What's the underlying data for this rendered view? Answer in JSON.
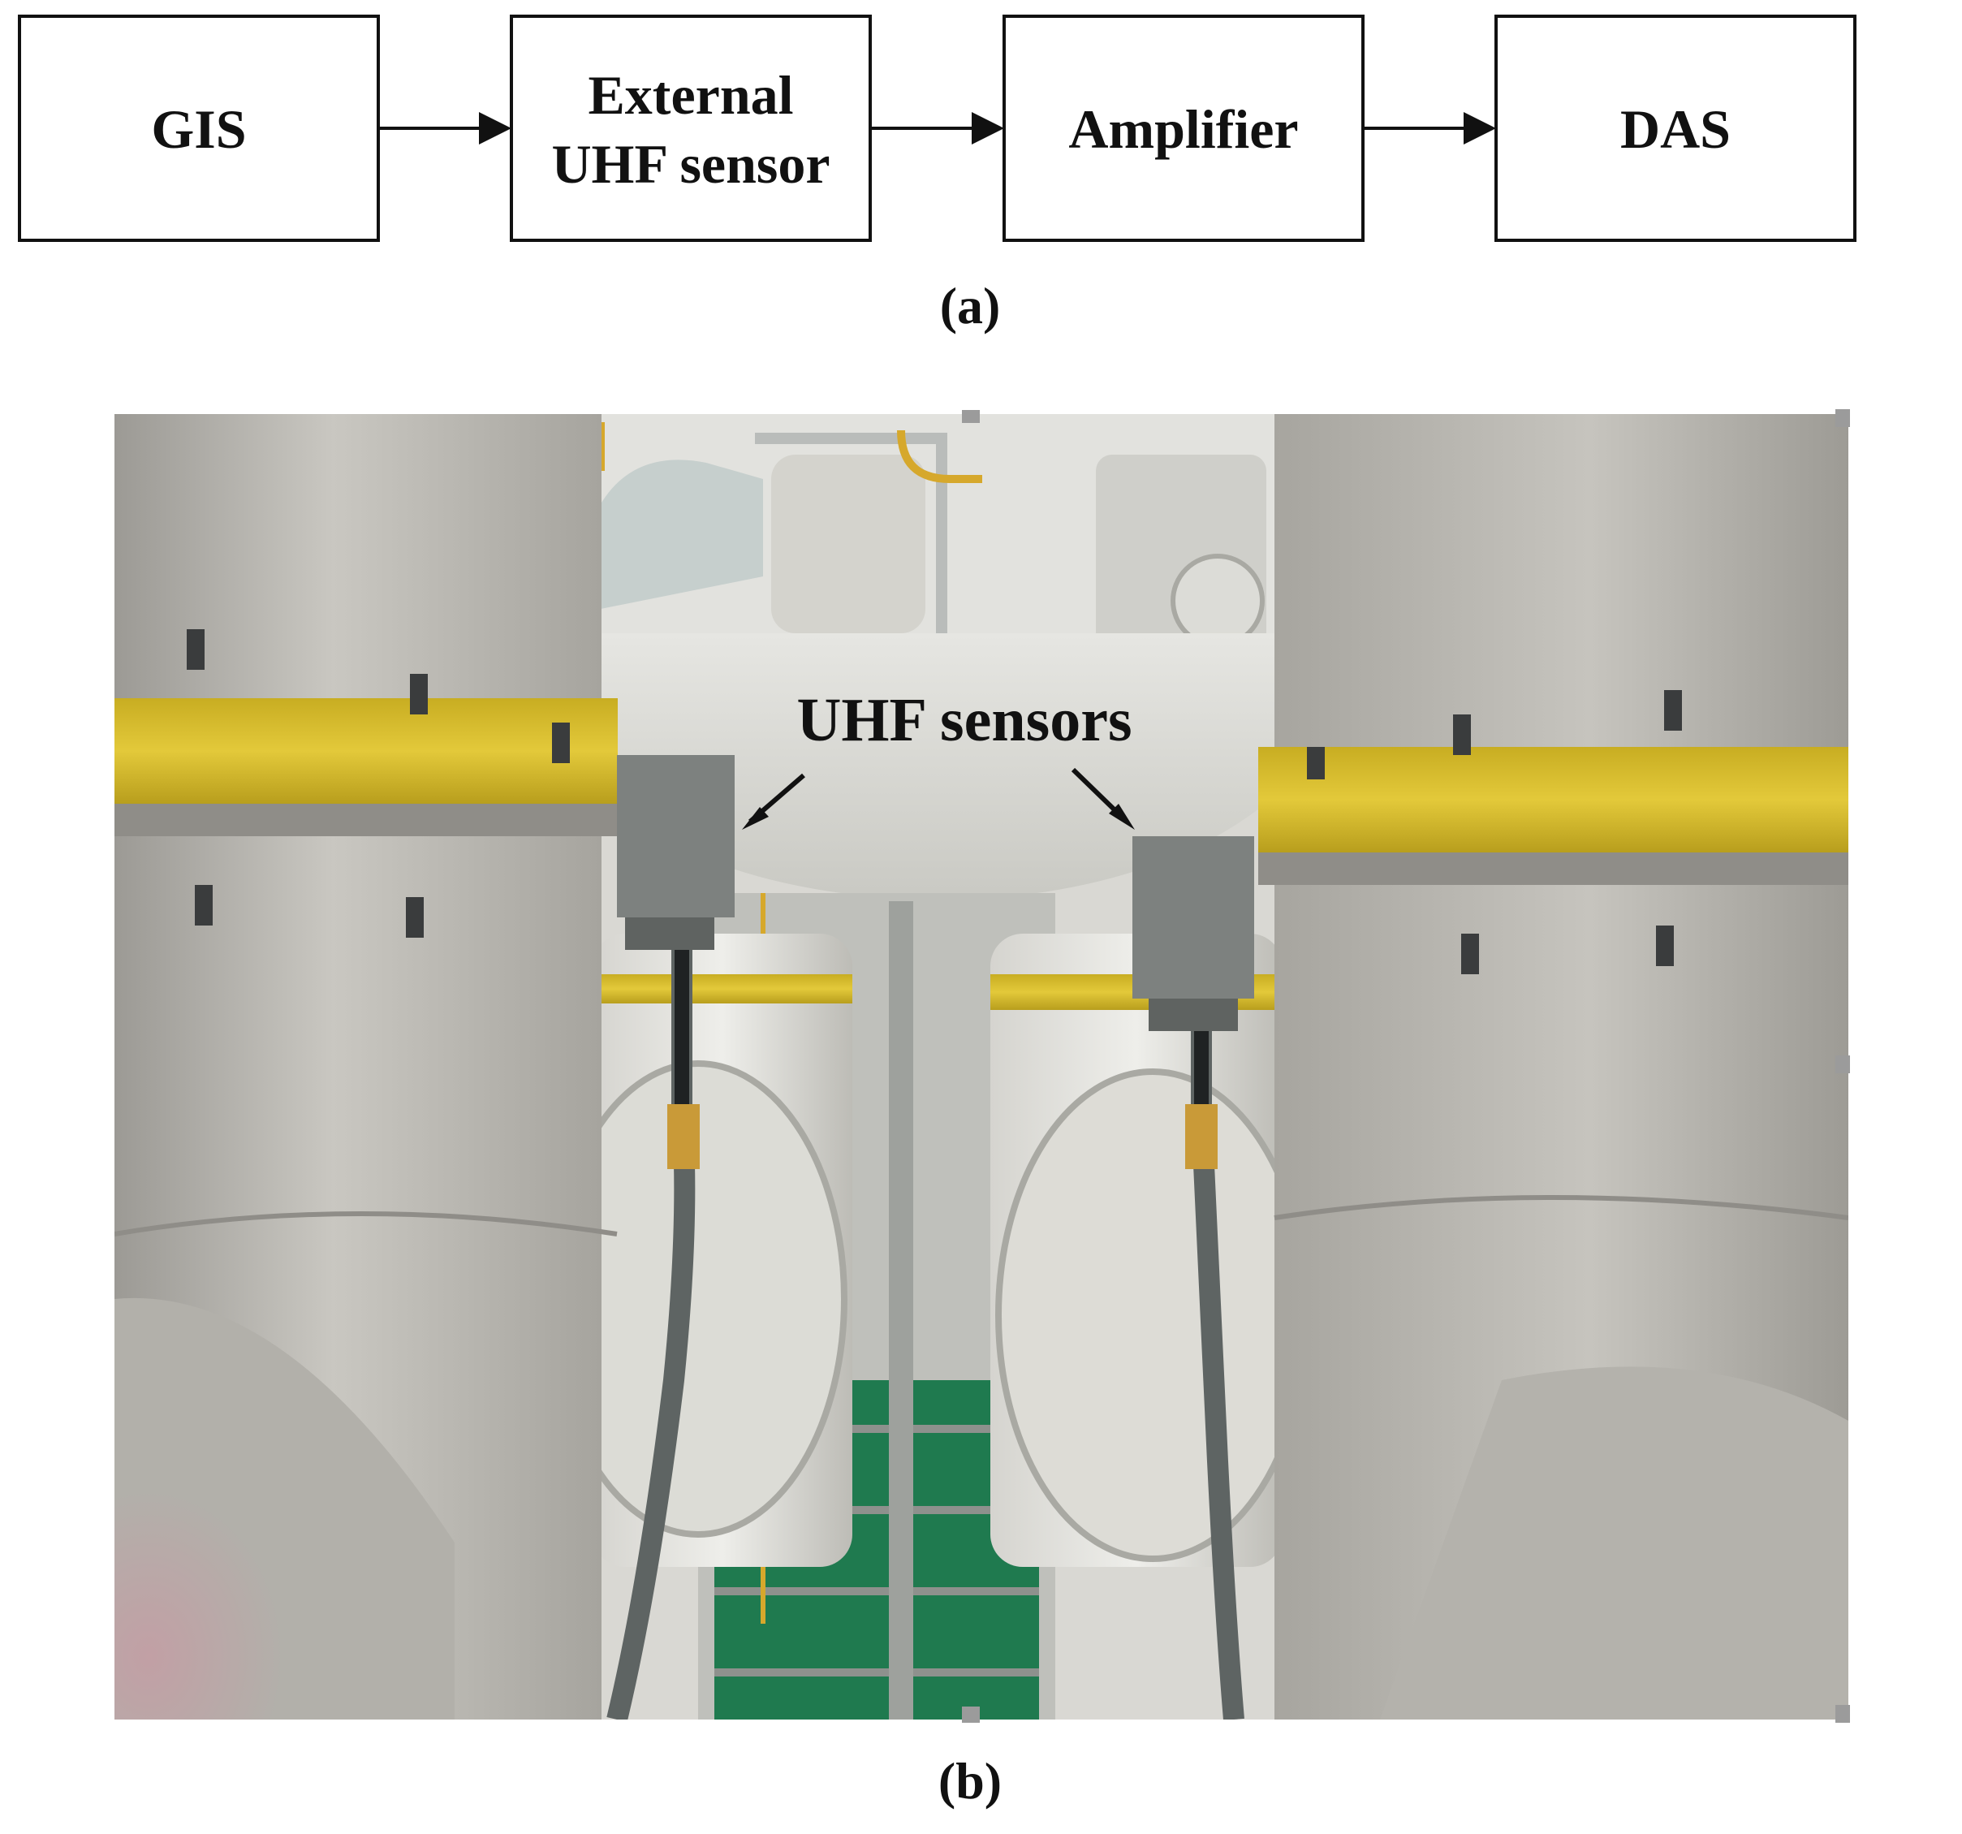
{
  "figure_a": {
    "blocks": [
      {
        "id": "gis",
        "lines": [
          "GIS"
        ]
      },
      {
        "id": "sensor",
        "lines": [
          "External",
          "UHF sensor"
        ]
      },
      {
        "id": "amplifier",
        "lines": [
          "Amplifier"
        ]
      },
      {
        "id": "das",
        "lines": [
          "DAS"
        ]
      }
    ],
    "caption": "(a)"
  },
  "figure_b": {
    "annotation": "UHF sensors",
    "caption": "(b)",
    "colors": {
      "enclosure": "#b9b7b0",
      "yellow_band": "#d7bd2a",
      "floor": "#1f7a4f",
      "sensor_box": "#7d817f"
    }
  }
}
